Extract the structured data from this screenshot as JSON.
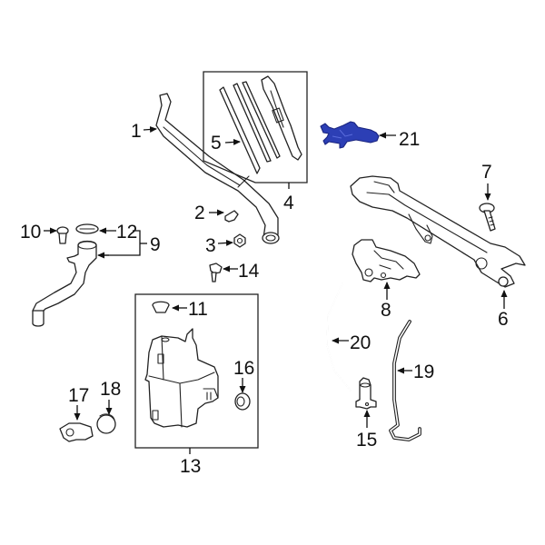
{
  "diagram": {
    "highlight_color": "#2c3fb5",
    "highlighted_part": "21",
    "groups": {
      "blade_box": {
        "label": "4"
      },
      "reservoir_box": {
        "label": "13"
      },
      "nozzle_bracket": {
        "label": "9"
      }
    },
    "callouts": [
      {
        "id": "1",
        "label": "1"
      },
      {
        "id": "2",
        "label": "2"
      },
      {
        "id": "3",
        "label": "3"
      },
      {
        "id": "4",
        "label": "4"
      },
      {
        "id": "5",
        "label": "5"
      },
      {
        "id": "6",
        "label": "6"
      },
      {
        "id": "7",
        "label": "7"
      },
      {
        "id": "8",
        "label": "8"
      },
      {
        "id": "9",
        "label": "9"
      },
      {
        "id": "10",
        "label": "10"
      },
      {
        "id": "11",
        "label": "11"
      },
      {
        "id": "12",
        "label": "12"
      },
      {
        "id": "13",
        "label": "13"
      },
      {
        "id": "14",
        "label": "14"
      },
      {
        "id": "15",
        "label": "15"
      },
      {
        "id": "16",
        "label": "16"
      },
      {
        "id": "17",
        "label": "17"
      },
      {
        "id": "18",
        "label": "18"
      },
      {
        "id": "19",
        "label": "19"
      },
      {
        "id": "20",
        "label": "20"
      },
      {
        "id": "21",
        "label": "21"
      }
    ]
  }
}
